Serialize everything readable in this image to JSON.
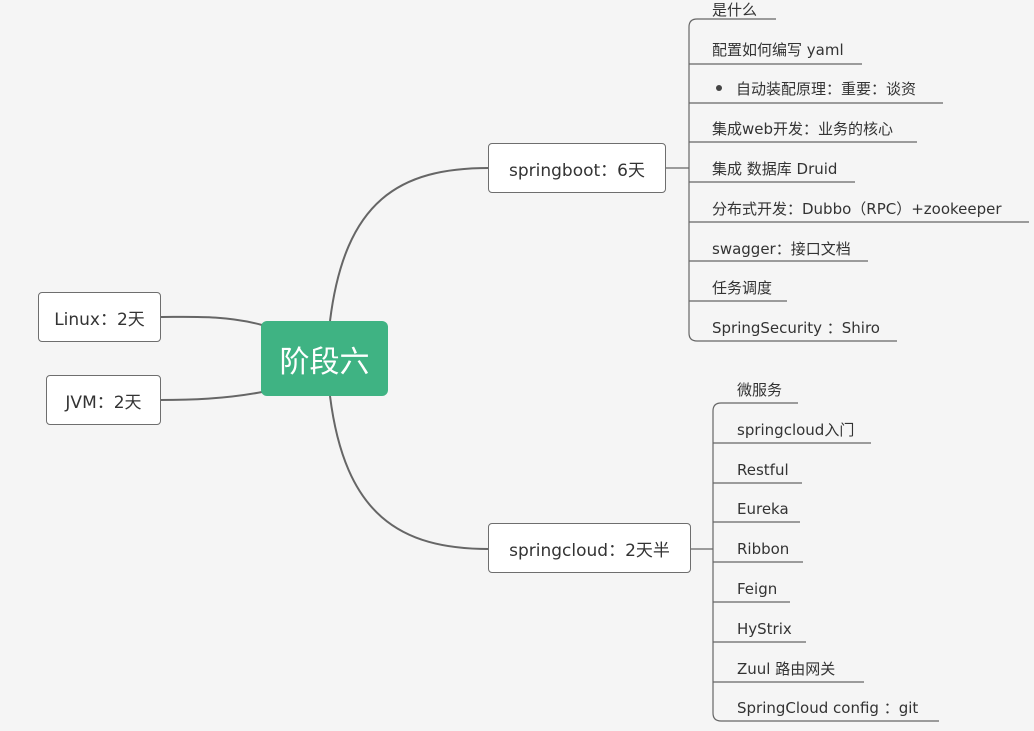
{
  "root": {
    "label": "阶段六"
  },
  "left_branches": [
    {
      "label": "Linux：2天"
    },
    {
      "label": "JVM：2天"
    }
  ],
  "springboot": {
    "label": "springboot：6天",
    "items": [
      {
        "label": "是什么"
      },
      {
        "label": "配置如何编写  yaml"
      },
      {
        "label": "自动装配原理：重要：谈资"
      },
      {
        "label": "集成web开发：业务的核心"
      },
      {
        "label": "集成 数据库 Druid"
      },
      {
        "label": "分布式开发：Dubbo（RPC）+zookeeper"
      },
      {
        "label": "swagger：接口文档"
      },
      {
        "label": "任务调度"
      },
      {
        "label": "SpringSecurity ：Shiro"
      }
    ]
  },
  "springcloud": {
    "label": "springcloud：2天半",
    "items": [
      {
        "label": "微服务"
      },
      {
        "label": "springcloud入门"
      },
      {
        "label": "Restful"
      },
      {
        "label": "Eureka"
      },
      {
        "label": "Ribbon"
      },
      {
        "label": "Feign"
      },
      {
        "label": "HyStrix"
      },
      {
        "label": "Zuul 路由网关"
      },
      {
        "label": "SpringCloud config ：git"
      }
    ]
  },
  "colors": {
    "root_fill": "#3fb383",
    "line": "#666666",
    "background": "#f5f5f5"
  }
}
